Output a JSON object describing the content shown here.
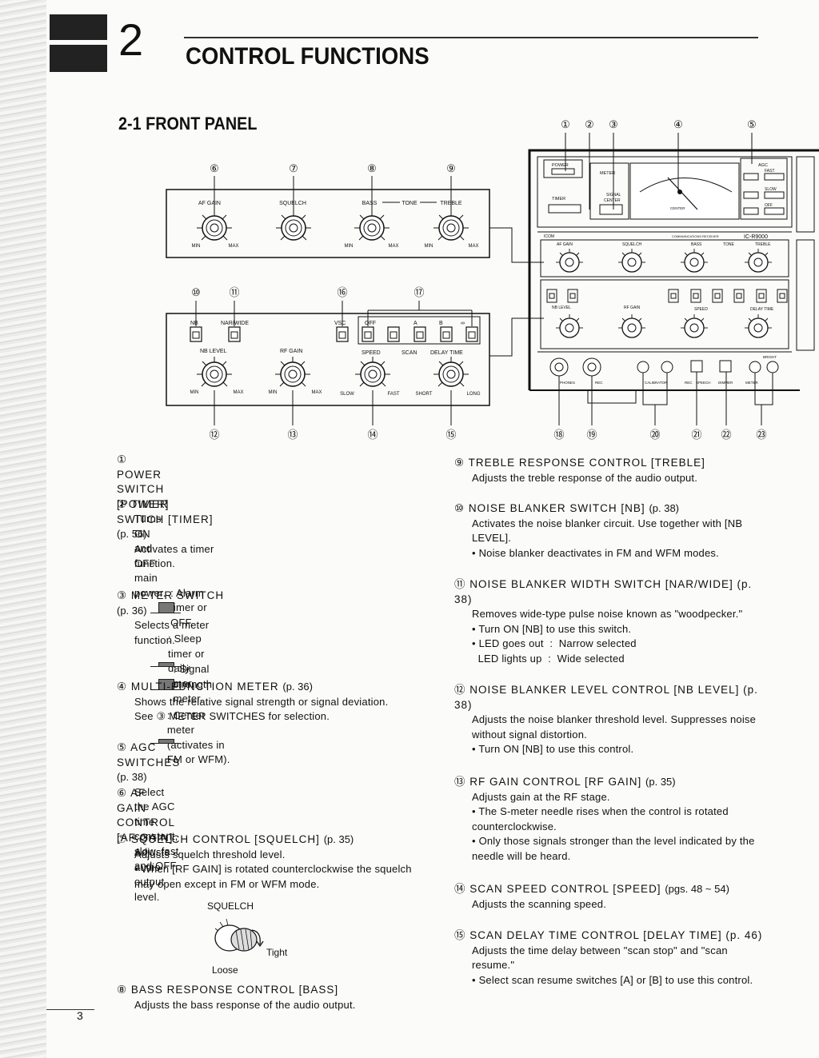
{
  "chapter": {
    "number": "2",
    "title": "CONTROL FUNCTIONS"
  },
  "section": {
    "title": "2-1 FRONT PANEL"
  },
  "page_number": "3",
  "diagram": {
    "callouts_top": [
      "①",
      "②",
      "③",
      "④",
      "⑤"
    ],
    "callouts_upper": [
      "⑥",
      "⑦",
      "⑧",
      "⑨"
    ],
    "callouts_mid": [
      "⑩",
      "⑪",
      "⑯",
      "⑰"
    ],
    "callouts_low": [
      "⑫",
      "⑬",
      "⑭",
      "⑮"
    ],
    "callouts_bottom": [
      "⑱",
      "⑲",
      "⑳",
      "㉑",
      "㉒",
      "㉓"
    ],
    "upper_labels": {
      "af": "AF GAIN",
      "sq": "SQUELCH",
      "bass": "BASS",
      "tone": "TONE",
      "treble": "TREBLE"
    },
    "minmax": {
      "min": "MIN",
      "max": "MAX"
    },
    "lower_labels": {
      "nb": "NB",
      "nar": "NAR/WIDE",
      "nblevel": "NB LEVEL",
      "rfgain": "RF GAIN",
      "vsc": "VSC",
      "off": "OFF",
      "a": "A",
      "b": "B",
      "inf": "∞",
      "speed": "SPEED",
      "scan": "SCAN",
      "delay": "DELAY TIME",
      "slow": "SLOW",
      "fast": "FAST",
      "short": "SHORT",
      "long": "LONG"
    },
    "radio": {
      "power": "POWER",
      "timer": "TIMER",
      "meter": "METER",
      "sig": "SIGNAL",
      "center": "CENTER",
      "agc": "AGC",
      "agcfast": "FAST",
      "agcslow": "SLOW",
      "agcoff": "OFF",
      "model": "IC-R9000",
      "recv": "COMMUNICATIONS RECEIVER",
      "phones": "PHONES",
      "rec": "REC",
      "calib": "CALIBRATOR",
      "speech": "SPEECH",
      "dimmer": "DIMMER",
      "meterb": "METER",
      "bright": "BRIGHT",
      "brand": "ICOM",
      "center_scale": "CENTER"
    }
  },
  "left_items": [
    {
      "num": "①",
      "head": "POWER SWITCH [POWER]",
      "page": "",
      "lines": [
        "Turns ON and OFF main power."
      ]
    },
    {
      "num": "②",
      "head": "TIMER SWITCH [TIMER]",
      "page": "(p. 56)",
      "lines": [
        "Activates a timer function."
      ],
      "switches": [
        ": Alarm timer or OFF.",
        ": Sleep timer or daily timer."
      ]
    },
    {
      "num": "③",
      "head": "METER SWITCH",
      "page": "(p. 36)",
      "lines": [
        "Selects a meter function."
      ],
      "switches": [
        ": Signal strength meter.",
        ": Center meter (activates in FM or WFM)."
      ]
    },
    {
      "num": "④",
      "head": "MULTI-FUNCTION METER",
      "page": "(p. 36)",
      "lines": [
        "Shows the relative signal strength or signal deviation.",
        "See ③ METER SWITCHES for selection."
      ]
    },
    {
      "num": "⑤",
      "head": "AGC SWITCHES",
      "page": "(p. 38)",
      "lines": [
        "Select the AGC time constant, slow, fast and OFF."
      ]
    },
    {
      "num": "⑥",
      "head": "AF GAIN CONTROL [AF GAIN]",
      "page": "",
      "lines": [
        "Adjusts audio output level."
      ]
    },
    {
      "num": "⑦",
      "head": "SQUELCH CONTROL [SQUELCH]",
      "page": "(p. 35)",
      "lines": [
        "Adjusts squelch threshold level.",
        "• When [RF GAIN] is rotated counterclockwise the squelch may open except in FM or WFM mode."
      ],
      "figure": {
        "title": "SQUELCH",
        "tight": "Tight",
        "loose": "Loose"
      }
    },
    {
      "num": "⑧",
      "head": "BASS RESPONSE CONTROL [BASS]",
      "page": "",
      "lines": [
        "Adjusts the bass response of the audio output."
      ]
    }
  ],
  "right_items": [
    {
      "num": "⑨",
      "head": "TREBLE RESPONSE CONTROL [TREBLE]",
      "page": "",
      "lines": [
        "Adjusts the treble response of the audio output."
      ]
    },
    {
      "num": "⑩",
      "head": "NOISE BLANKER SWITCH [NB]",
      "page": "(p. 38)",
      "lines": [
        "Activates the noise blanker circuit. Use together with [NB LEVEL].",
        "• Noise blanker deactivates in FM and WFM modes."
      ]
    },
    {
      "num": "⑪",
      "head": "NOISE BLANKER WIDTH SWITCH [NAR/WIDE] (p. 38)",
      "page": "",
      "lines": [
        "Removes wide-type pulse noise known as \"woodpecker.\"",
        "• Turn ON [NB] to use this switch.",
        "• LED goes out  :  Narrow selected",
        "  LED lights up  :  Wide selected"
      ]
    },
    {
      "num": "⑫",
      "head": "NOISE BLANKER LEVEL CONTROL [NB LEVEL] (p. 38)",
      "page": "",
      "lines": [
        "Adjusts the noise blanker threshold level. Suppresses noise without signal distortion.",
        "• Turn ON [NB] to use this control."
      ]
    },
    {
      "num": "⑬",
      "head": "RF GAIN CONTROL [RF GAIN]",
      "page": "(p. 35)",
      "lines": [
        "Adjusts gain at the RF stage.",
        "• The S-meter needle rises when the control is rotated counterclockwise.",
        "• Only those signals stronger than the level indicated by the needle will be heard."
      ]
    },
    {
      "num": "⑭",
      "head": "SCAN SPEED CONTROL [SPEED]",
      "page": "(pgs. 48 ~ 54)",
      "lines": [
        "Adjusts the scanning speed."
      ]
    },
    {
      "num": "⑮",
      "head": "SCAN DELAY TIME CONTROL [DELAY TIME] (p. 46)",
      "page": "",
      "lines": [
        "Adjusts the time delay between \"scan stop\" and \"scan resume.\"",
        "• Select scan resume switches [A] or [B] to use this control."
      ]
    }
  ]
}
